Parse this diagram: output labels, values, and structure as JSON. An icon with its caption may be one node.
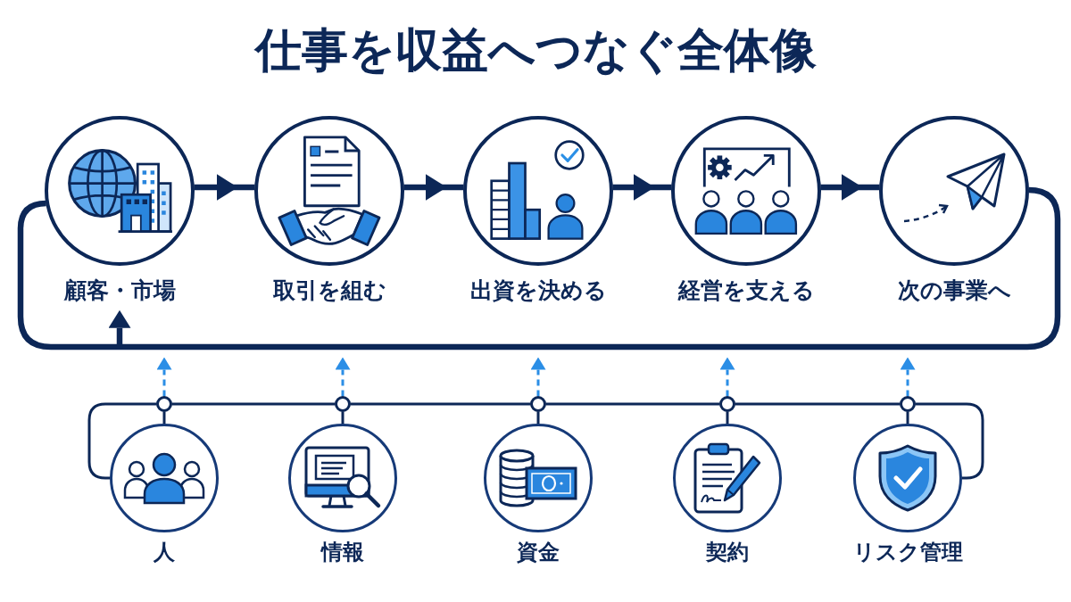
{
  "diagram": {
    "title": "仕事を収益へつなぐ全体像",
    "nodes": [
      {
        "text": [
          "顧客・市場"
        ]
      },
      {
        "text": [
          "取引を組む"
        ]
      },
      {
        "text": [
          "出資を決める"
        ]
      },
      {
        "text": [
          "経営を支える"
        ]
      },
      {
        "text": [
          "次の事業へ"
        ]
      },
      {
        "text": [],
        "shape": "circle"
      },
      {
        "text": [],
        "shape": "circle"
      },
      {
        "text": [],
        "shape": "circle"
      },
      {
        "text": [],
        "shape": "circle"
      },
      {
        "text": [],
        "shape": "circle"
      },
      {
        "text": [
          "人"
        ]
      },
      {
        "text": [
          "情報"
        ]
      },
      {
        "text": [
          "資金"
        ]
      },
      {
        "text": [
          "契約"
        ]
      },
      {
        "text": [
          "リスク管理"
        ]
      }
    ],
    "edges": [
      {
        "from": 0,
        "to": 1,
        "arrow": "to",
        "style": "thick"
      },
      {
        "from": 1,
        "to": 2,
        "arrow": "to",
        "style": "thick"
      },
      {
        "from": 2,
        "to": 3,
        "arrow": "to",
        "style": "thick"
      },
      {
        "from": 3,
        "to": 4,
        "arrow": "to",
        "style": "thick"
      },
      {
        "from": 4,
        "to": 0,
        "arrow": "none",
        "style": "thick"
      },
      {
        "from": null,
        "to": 0,
        "arrow": "to",
        "style": "thick"
      },
      {
        "from": 5,
        "to": null,
        "arrow": "to",
        "style": "dashed",
        "color": "#2b8ee6"
      },
      {
        "from": 6,
        "to": null,
        "arrow": "to",
        "style": "dashed",
        "color": "#2b8ee6"
      },
      {
        "from": 7,
        "to": null,
        "arrow": "to",
        "style": "dashed",
        "color": "#2b8ee6"
      },
      {
        "from": 8,
        "to": null,
        "arrow": "to",
        "style": "dashed",
        "color": "#2b8ee6"
      },
      {
        "from": 9,
        "to": null,
        "arrow": "to",
        "style": "dashed",
        "color": "#2b8ee6"
      },
      {
        "from": 5,
        "to": 10,
        "arrow": "none"
      },
      {
        "from": 6,
        "to": 11,
        "arrow": "none"
      },
      {
        "from": 7,
        "to": 12,
        "arrow": "none"
      },
      {
        "from": 8,
        "to": 13,
        "arrow": "none"
      },
      {
        "from": 9,
        "to": 14,
        "arrow": "none"
      },
      {
        "from": 10,
        "to": 5,
        "arrow": "none"
      },
      {
        "from": 5,
        "to": 6,
        "arrow": "none"
      },
      {
        "from": 6,
        "to": 7,
        "arrow": "none"
      },
      {
        "from": 7,
        "to": 8,
        "arrow": "none"
      },
      {
        "from": 8,
        "to": 9,
        "arrow": "none"
      },
      {
        "from": 9,
        "to": 14,
        "arrow": "none"
      }
    ]
  }
}
